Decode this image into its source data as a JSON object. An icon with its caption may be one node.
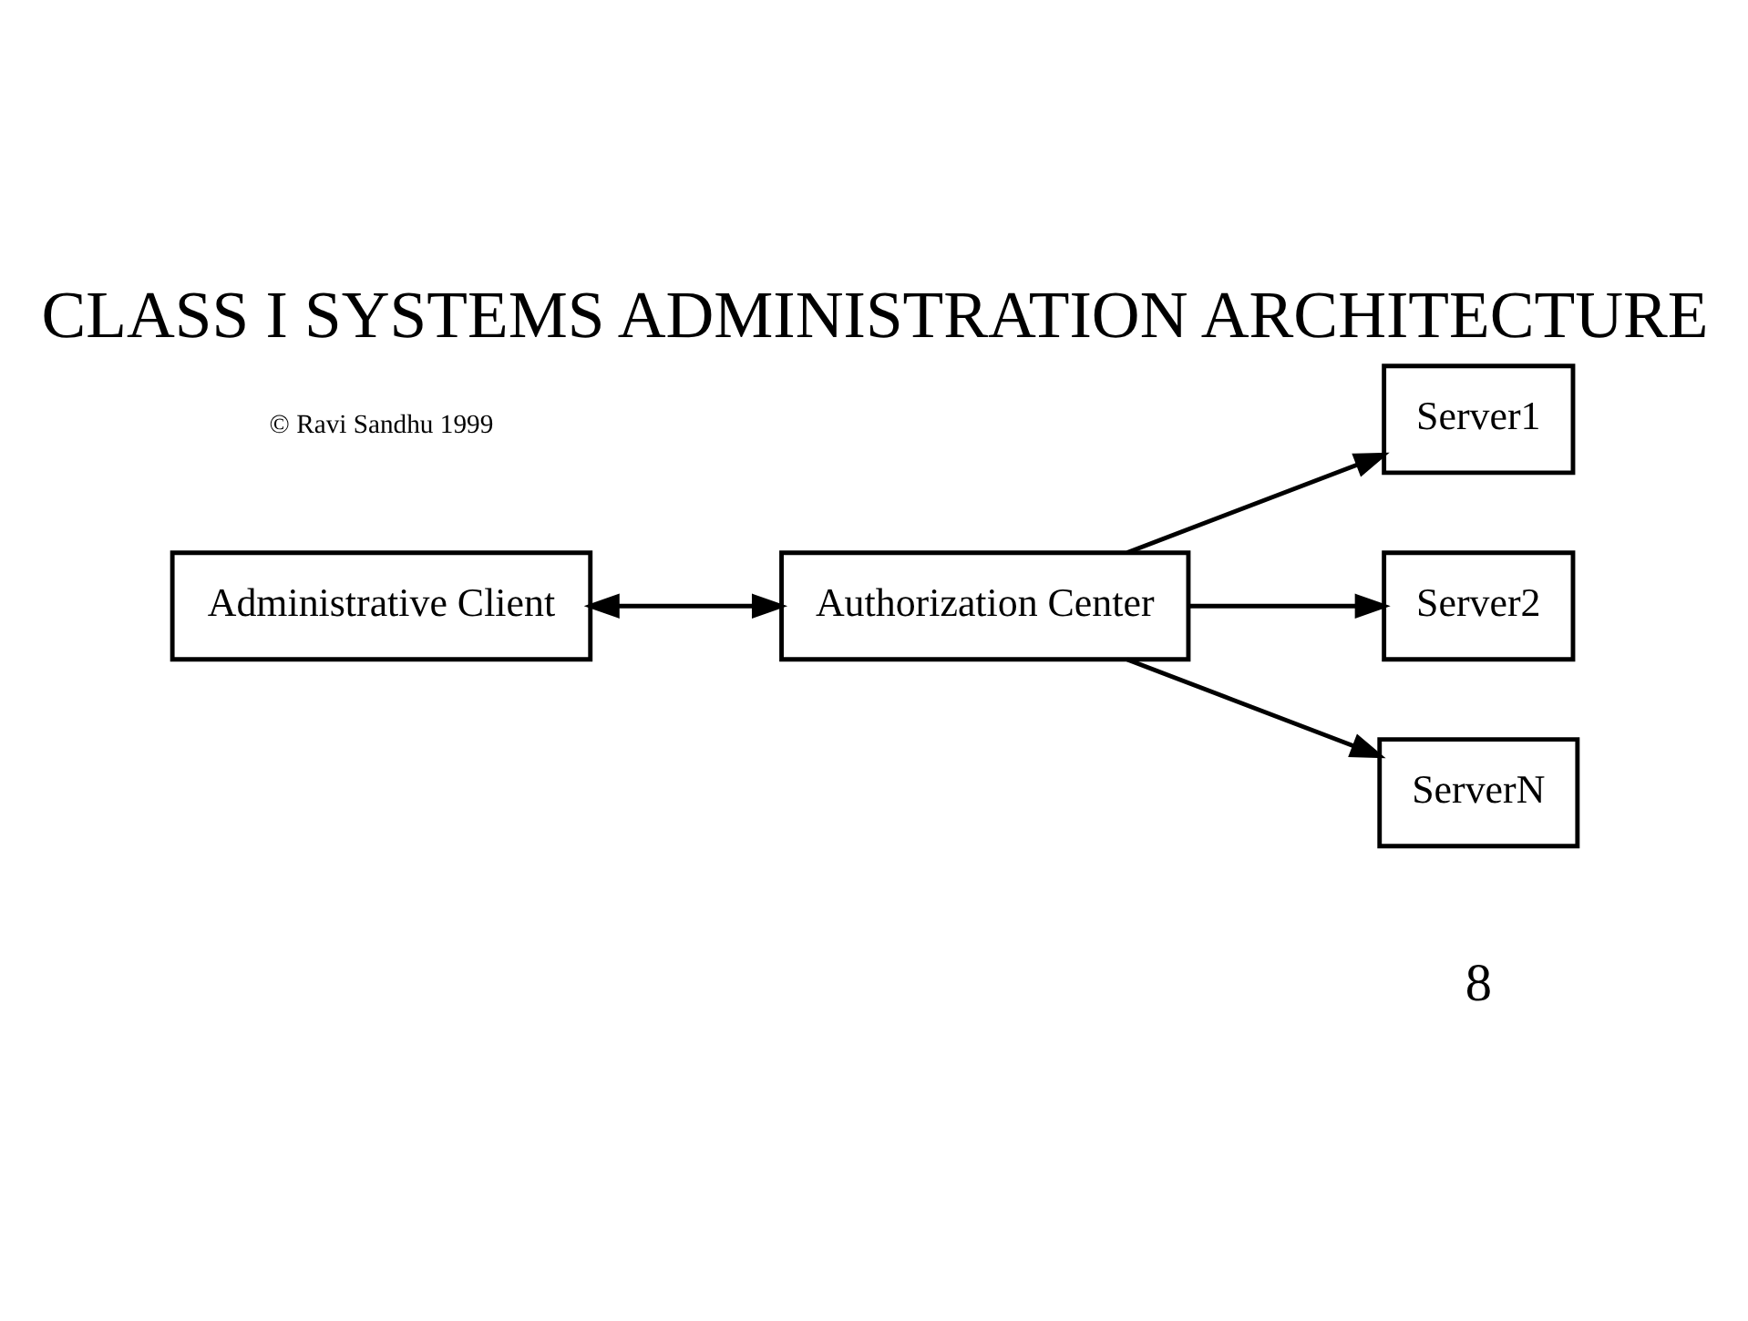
{
  "diagram": {
    "title": "CLASS I SYSTEMS ADMINISTRATION ARCHITECTURE",
    "nodes": [
      {
        "text": [
          "Administrative Client"
        ]
      },
      {
        "text": [
          "Authorization Center"
        ]
      },
      {
        "text": [
          "Server1"
        ]
      },
      {
        "text": [
          "Server2"
        ]
      },
      {
        "text": [
          "ServerN"
        ]
      }
    ],
    "edges": [
      {
        "from": 0,
        "to": 1,
        "arrow": "both"
      },
      {
        "from": 1,
        "to": 2,
        "arrow": "to"
      },
      {
        "from": 1,
        "to": 3,
        "arrow": "to"
      },
      {
        "from": 1,
        "to": 4,
        "arrow": "to"
      }
    ],
    "labels": [
      "© Ravi Sandhu 1999",
      "8"
    ]
  }
}
